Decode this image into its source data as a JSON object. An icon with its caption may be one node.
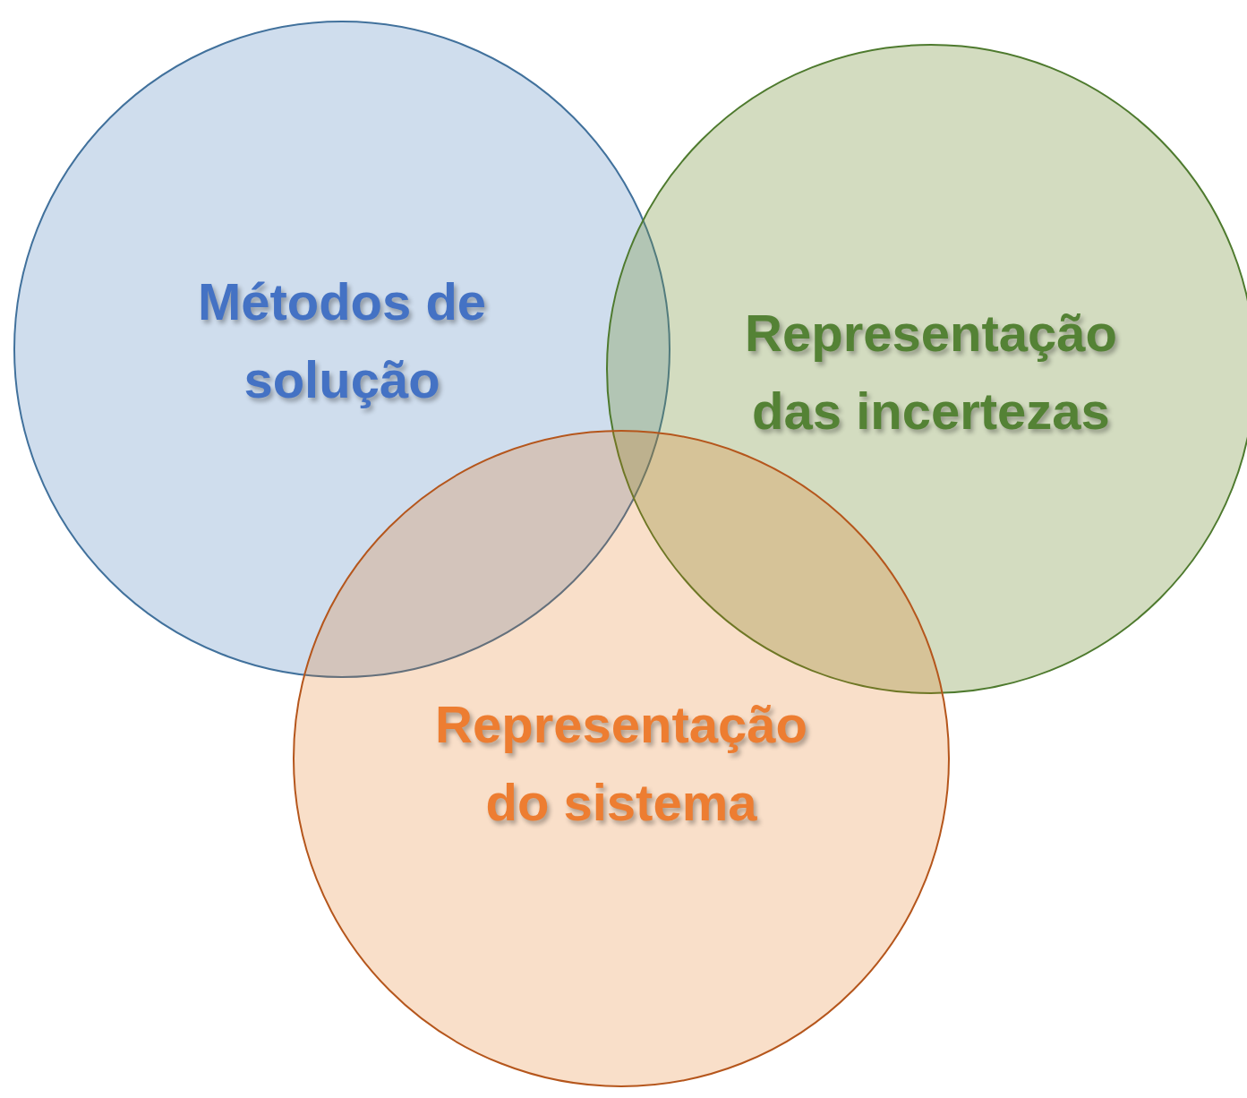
{
  "diagram": {
    "nodes": [
      {
        "text": [
          "Métodos de solução"
        ]
      },
      {
        "text": [
          "Representação das incertezas"
        ]
      },
      {
        "text": [
          "Representação do sistema"
        ]
      }
    ]
  }
}
